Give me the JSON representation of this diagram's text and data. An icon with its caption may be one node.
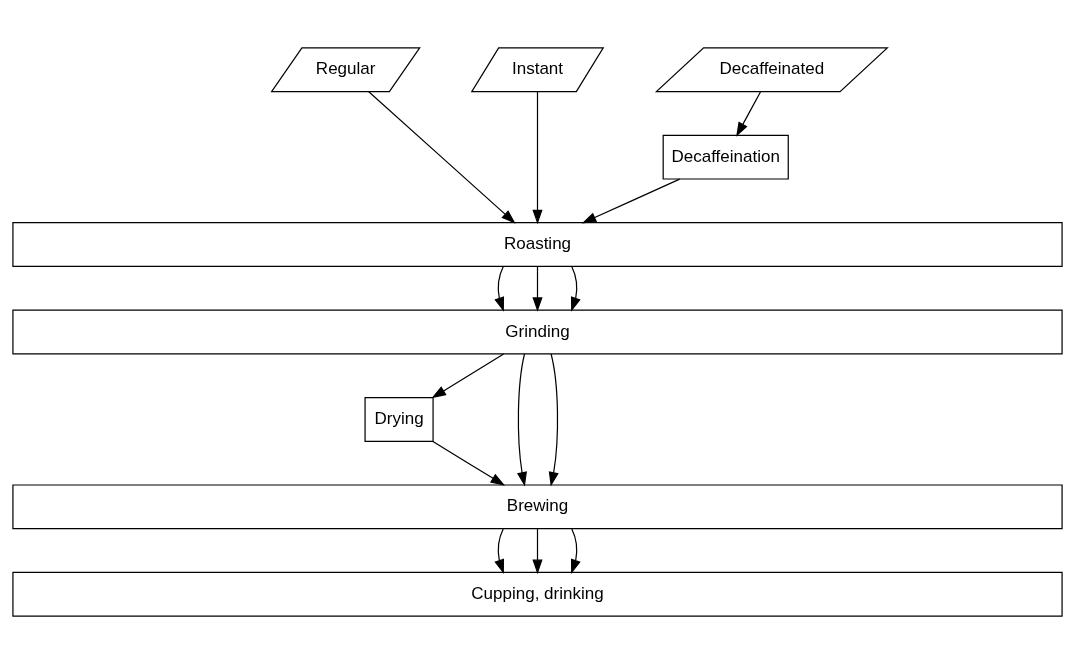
{
  "diagram": {
    "nodes": [
      {
        "text": [
          "Regular"
        ]
      },
      {
        "text": [
          "Decaffeinated"
        ]
      },
      {
        "text": [
          "Instant"
        ]
      },
      {
        "text": [
          "Decaffeination"
        ]
      },
      {
        "text": [
          "Roasting"
        ]
      },
      {
        "text": [
          "Grinding"
        ]
      },
      {
        "text": [
          "Drying"
        ]
      },
      {
        "text": [
          "Brewing"
        ]
      },
      {
        "text": [
          "Cupping, drinking"
        ]
      }
    ],
    "edges": [
      {
        "from": 0,
        "to": 4,
        "arrow": "to"
      },
      {
        "from": 1,
        "to": 3,
        "arrow": "to"
      },
      {
        "from": 3,
        "to": 4,
        "arrow": "to"
      },
      {
        "from": 2,
        "to": 4,
        "arrow": "to"
      },
      {
        "from": 4,
        "to": 5,
        "arrow": "to"
      },
      {
        "from": 4,
        "to": 5,
        "arrow": "to"
      },
      {
        "from": 4,
        "to": 5,
        "arrow": "to"
      },
      {
        "from": 5,
        "to": 7,
        "arrow": "to"
      },
      {
        "from": 5,
        "to": 7,
        "arrow": "to"
      },
      {
        "from": 5,
        "to": 6,
        "arrow": "to"
      },
      {
        "from": 6,
        "to": 7,
        "arrow": "to"
      },
      {
        "from": 7,
        "to": 8,
        "arrow": "to"
      },
      {
        "from": 7,
        "to": 8,
        "arrow": "to"
      },
      {
        "from": 7,
        "to": 8,
        "arrow": "to"
      }
    ]
  }
}
